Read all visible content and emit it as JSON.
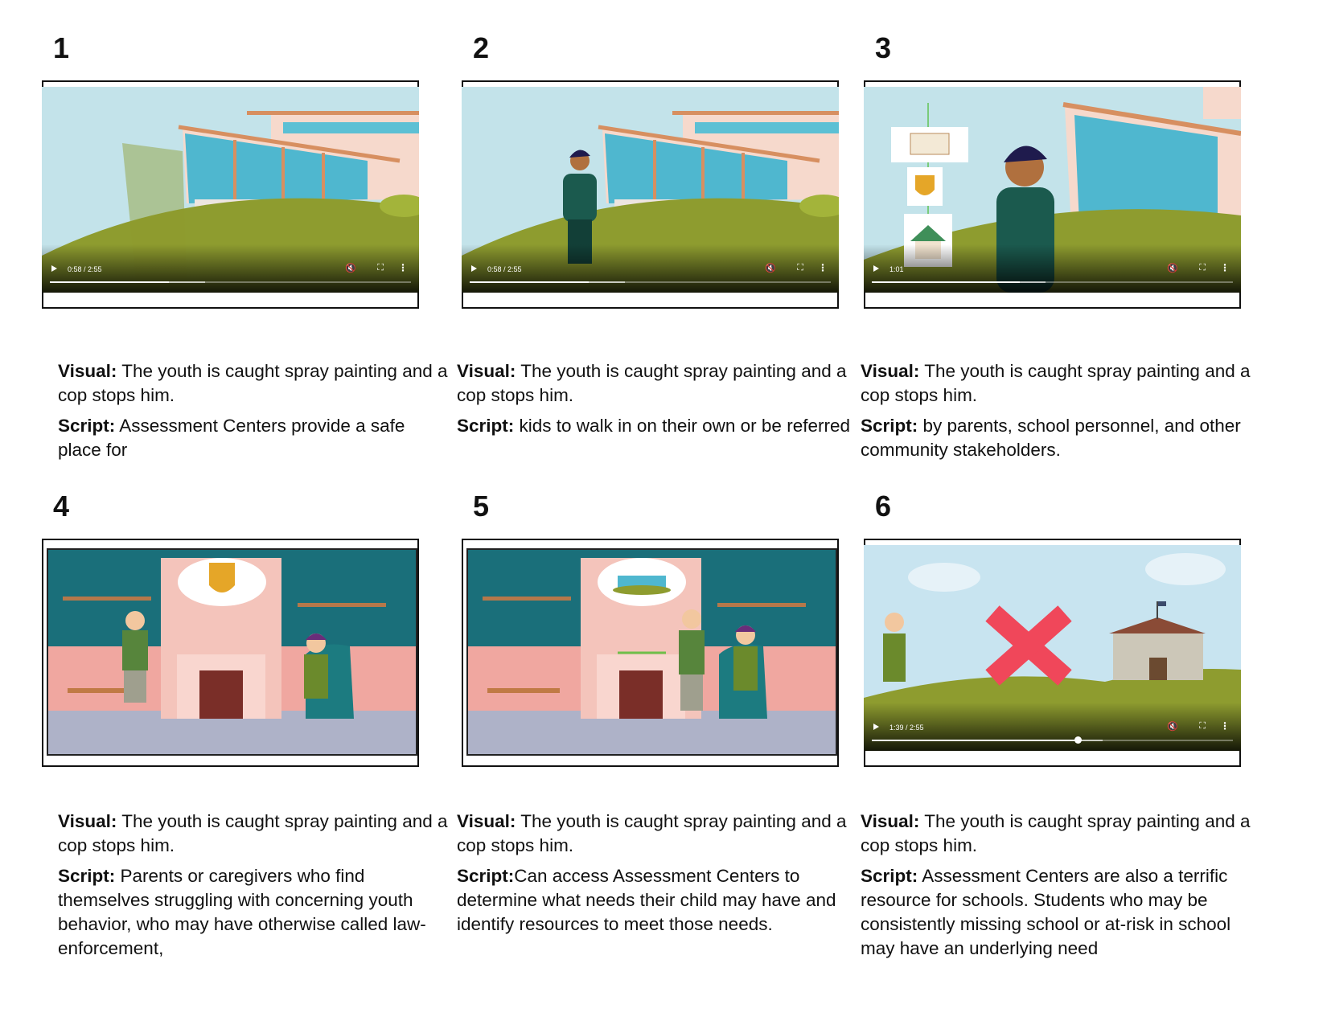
{
  "visual_label": "Visual:",
  "panels": [
    {
      "number": "1",
      "time": "0:58 / 2:55",
      "progress": 0.33,
      "buffer": 0.43,
      "visual": "The youth is caught spray painting and a cop stops him.",
      "script_label": "Script:",
      "script": "Assessment Centers provide a safe place for"
    },
    {
      "number": "2",
      "time": "0:58 / 2:55",
      "progress": 0.33,
      "buffer": 0.43,
      "visual": "The youth is caught spray painting and a cop stops him.",
      "script_label": "Script:",
      "script": "kids to walk in on their own or be referred"
    },
    {
      "number": "3",
      "time": "1:01",
      "progress": 0.41,
      "buffer": 0.48,
      "visual": "The youth is caught spray painting and a cop stops him.",
      "script_label": "Script:",
      "script": "by parents, school personnel, and other community stakeholders."
    },
    {
      "number": "4",
      "visual": "The youth is caught spray painting and a cop stops him.",
      "script_label": "Script:",
      "script": "Parents or caregivers who find themselves struggling with concerning youth behavior, who may have otherwise called law-enforcement,"
    },
    {
      "number": "5",
      "visual": "The youth is caught spray painting and a cop stops him.",
      "script_label": "Script:",
      "script": "Can access Assessment Centers to determine what needs their child may have and identify resources to meet those needs."
    },
    {
      "number": "6",
      "time": "1:39 / 2:55",
      "progress": 0.57,
      "buffer": 0.64,
      "visual": "The youth is caught spray painting and a cop stops him.",
      "script_label": "Script:",
      "script": "Assessment Centers are also a terrific resource for schools. Students who may be consistently missing school or at-risk in school may have an underlying need"
    }
  ]
}
